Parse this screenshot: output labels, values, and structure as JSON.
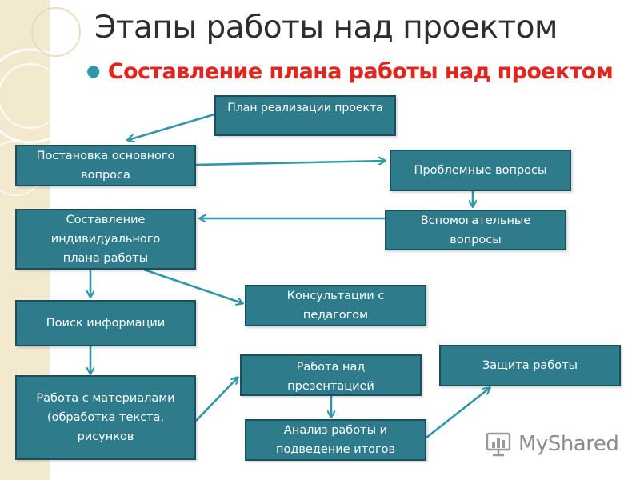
{
  "title": "Этапы работы над проектом",
  "subtitle": "Составление плана работы над проектом",
  "boxes": {
    "plan": "План реализации проекта",
    "main_question": "Постановка основного вопроса",
    "problem_questions": "Проблемные вопросы",
    "individual_plan": "Составление индивидуального плана работы",
    "auxiliary_questions": "Вспомогательные вопросы",
    "consultations": "Консультации с педагогом",
    "info_search": "Поиск информации",
    "presentation": "Работа над презентацией",
    "defense": "Защита работы",
    "materials": "Работа с материалами (обработка текста, рисунков",
    "analysis": "Анализ работы и подведение итогов"
  },
  "watermark": "MyShared",
  "colors": {
    "box_fill": "#2e7b8c",
    "box_border": "#1d4f5a",
    "arrow": "#2f97a8",
    "subtitle": "#e0261f",
    "title": "#2e2e2e"
  }
}
